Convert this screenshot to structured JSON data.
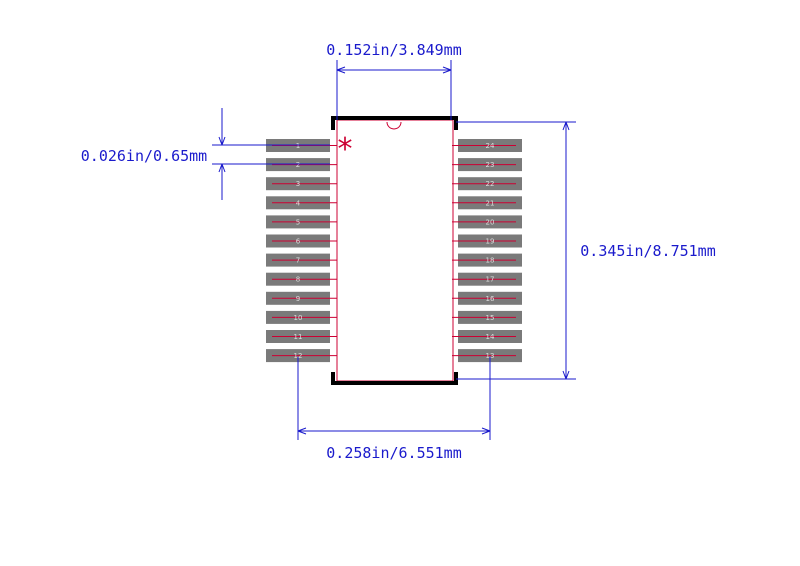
{
  "dimensions": {
    "body_width": "0.152in/3.849mm",
    "pitch": "0.026in/0.65mm",
    "body_length": "0.345in/8.751mm",
    "span": "0.258in/6.551mm"
  },
  "pins_left": [
    "1",
    "2",
    "3",
    "4",
    "5",
    "6",
    "7",
    "8",
    "9",
    "10",
    "11",
    "12"
  ],
  "pins_right": [
    "24",
    "23",
    "22",
    "21",
    "20",
    "19",
    "18",
    "17",
    "16",
    "15",
    "14",
    "13"
  ],
  "pin1_marker": "*",
  "colors": {
    "dimension": "#1a1acc",
    "pad": "#7a7a7a",
    "outline": "#cc0033",
    "body_corner": "#000000",
    "marker": "#cc0033"
  }
}
